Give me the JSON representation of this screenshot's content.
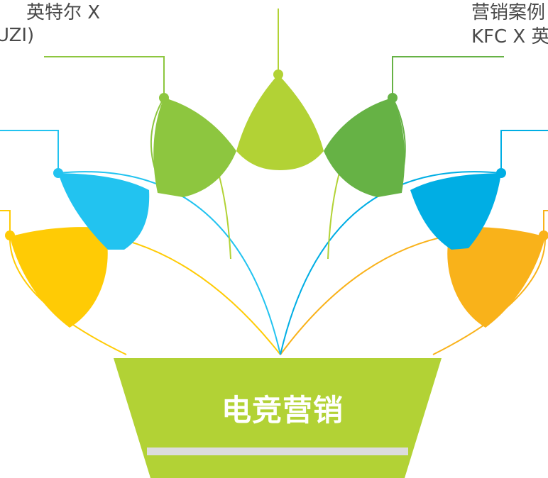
{
  "labels": {
    "top_left_line1": "英特尔 X",
    "top_left_line2": "UZI)",
    "top_right_line1": "营销案例",
    "top_right_line2": "KFC X 英"
  },
  "pot": {
    "title": "电竞营销"
  },
  "colors": {
    "green_light": "#b2d235",
    "green_mid": "#8dc63f",
    "green_dark": "#66b245",
    "blue_light": "#22c3f0",
    "blue_dark": "#00aee4",
    "yellow": "#ffcb05",
    "orange": "#f9b21a",
    "pot_band": "#dcdcdc",
    "label_text": "#4a4a4a"
  }
}
